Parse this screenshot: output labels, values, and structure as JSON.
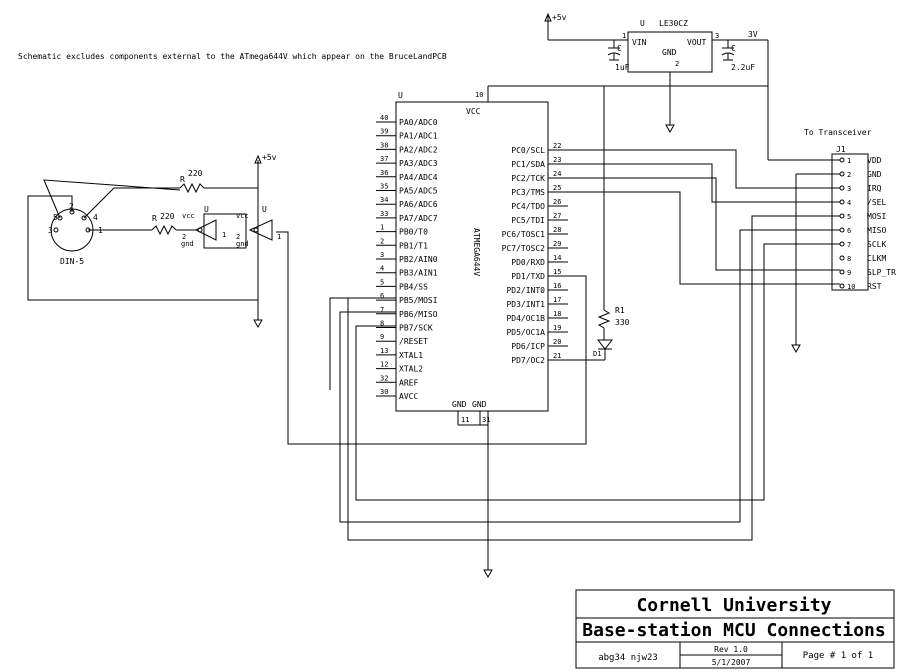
{
  "note": "Schematic excludes components external to the ATmega644V which appear on the BruceLandPCB",
  "power": {
    "plus5_top": "+5v",
    "plus5_din": "+5v",
    "rail_3v": "3V"
  },
  "regulator": {
    "designator": "U",
    "part": "LE30CZ",
    "vin": "VIN",
    "vout": "VOUT",
    "gnd": "GND",
    "pin_in": "1",
    "pin_out": "3",
    "pin_gnd": "2",
    "cap_in_ref": "C",
    "cap_in_val": "1uF",
    "cap_out_ref": "C",
    "cap_out_val": "2.2uF"
  },
  "mcu": {
    "designator": "U",
    "name": "ATMEGA644V",
    "vcc": "VCC",
    "vcc_pin": "10",
    "gnd1": "GND",
    "gnd2": "GND",
    "gnd_pin1": "11",
    "gnd_pin2": "31",
    "left_pins": [
      {
        "num": "40",
        "name": "PA0/ADC0"
      },
      {
        "num": "39",
        "name": "PA1/ADC1"
      },
      {
        "num": "38",
        "name": "PA2/ADC2"
      },
      {
        "num": "37",
        "name": "PA3/ADC3"
      },
      {
        "num": "36",
        "name": "PA4/ADC4"
      },
      {
        "num": "35",
        "name": "PA5/ADC5"
      },
      {
        "num": "34",
        "name": "PA6/ADC6"
      },
      {
        "num": "33",
        "name": "PA7/ADC7"
      },
      {
        "num": "1",
        "name": "PB0/T0"
      },
      {
        "num": "2",
        "name": "PB1/T1"
      },
      {
        "num": "3",
        "name": "PB2/AIN0"
      },
      {
        "num": "4",
        "name": "PB3/AIN1"
      },
      {
        "num": "5",
        "name": "PB4/SS"
      },
      {
        "num": "6",
        "name": "PB5/MOSI"
      },
      {
        "num": "7",
        "name": "PB6/MISO"
      },
      {
        "num": "8",
        "name": "PB7/SCK"
      },
      {
        "num": "9",
        "name": "/RESET"
      },
      {
        "num": "13",
        "name": "XTAL1"
      },
      {
        "num": "12",
        "name": "XTAL2"
      },
      {
        "num": "32",
        "name": "AREF"
      },
      {
        "num": "30",
        "name": "AVCC"
      }
    ],
    "right_pins": [
      {
        "num": "22",
        "name": "PC0/SCL"
      },
      {
        "num": "23",
        "name": "PC1/SDA"
      },
      {
        "num": "24",
        "name": "PC2/TCK"
      },
      {
        "num": "25",
        "name": "PC3/TMS"
      },
      {
        "num": "26",
        "name": "PC4/TDO"
      },
      {
        "num": "27",
        "name": "PC5/TDI"
      },
      {
        "num": "28",
        "name": "PC6/TOSC1"
      },
      {
        "num": "29",
        "name": "PC7/TOSC2"
      },
      {
        "num": "14",
        "name": "PD0/RXD"
      },
      {
        "num": "15",
        "name": "PD1/TXD"
      },
      {
        "num": "16",
        "name": "PD2/INT0"
      },
      {
        "num": "17",
        "name": "PD3/INT1"
      },
      {
        "num": "18",
        "name": "PD4/OC1B"
      },
      {
        "num": "19",
        "name": "PD5/OC1A"
      },
      {
        "num": "20",
        "name": "PD6/ICP"
      },
      {
        "num": "21",
        "name": "PD7/OC2"
      }
    ]
  },
  "transceiver": {
    "title": "To Transceiver",
    "ref": "J1",
    "pins": [
      {
        "num": "1",
        "name": "VDD"
      },
      {
        "num": "2",
        "name": "GND"
      },
      {
        "num": "3",
        "name": "IRQ"
      },
      {
        "num": "4",
        "name": "/SEL"
      },
      {
        "num": "5",
        "name": "MOSI"
      },
      {
        "num": "6",
        "name": "MISO"
      },
      {
        "num": "7",
        "name": "SCLK"
      },
      {
        "num": "8",
        "name": "CLKM"
      },
      {
        "num": "9",
        "name": "SLP_TR"
      },
      {
        "num": "10",
        "name": "RST"
      }
    ]
  },
  "led": {
    "r_ref": "R1",
    "r_val": "330",
    "d_ref": "D1"
  },
  "din": {
    "label": "DIN-5",
    "pin5": "5",
    "pin4": "4",
    "pin2": "2",
    "pin3": "3",
    "pin1": "1",
    "r_top_ref": "R",
    "r_top_val": "220",
    "r_bot_ref": "R",
    "r_bot_val": "220"
  },
  "buffers": {
    "u1_ref": "U",
    "u1_vcc": "vcc",
    "u1_gnd": "gnd",
    "u1_in": "2",
    "u1_out": "1",
    "u2_ref": "U",
    "u2_vcc": "vcc",
    "u2_gnd": "gnd",
    "u2_in": "2",
    "u2_out": "1"
  },
  "titleblock": {
    "org": "Cornell University",
    "title": "Base-station MCU Connections",
    "authors": "abg34 njw23",
    "rev": "Rev 1.0",
    "date": "5/1/2007",
    "page": "Page # 1 of 1"
  }
}
